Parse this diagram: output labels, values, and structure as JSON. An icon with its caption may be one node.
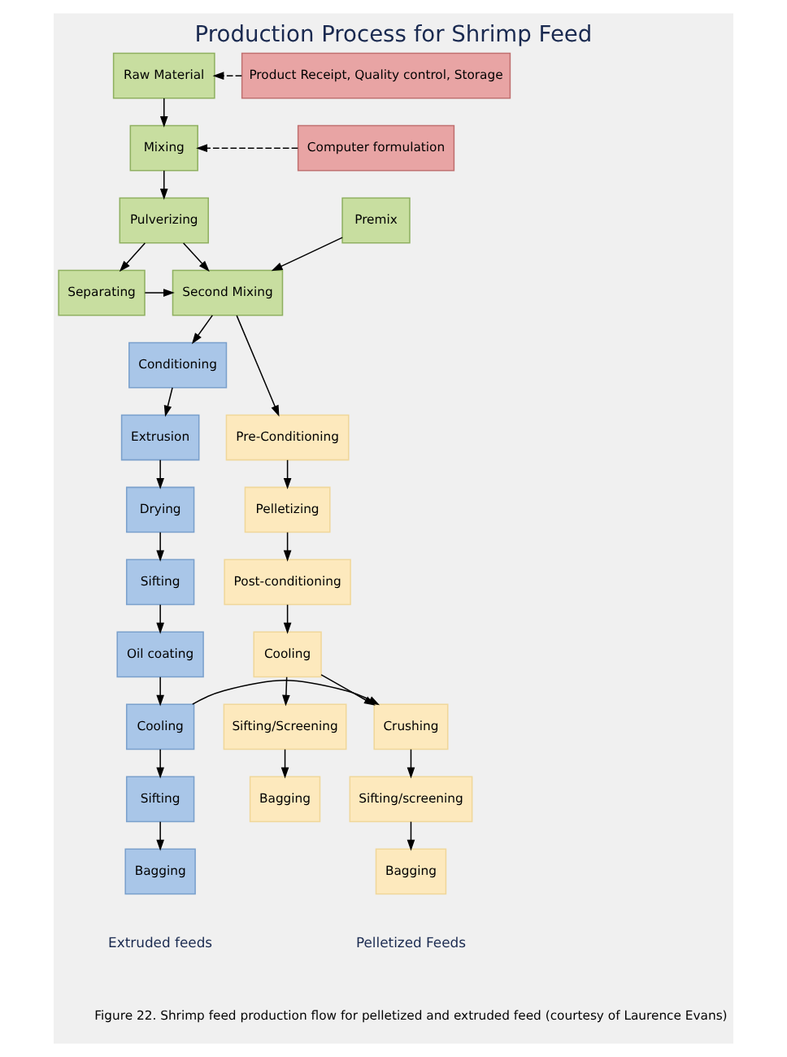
{
  "diagram": {
    "title": "Production Process for Shrimp Feed",
    "caption": "Figure 22. Shrimp feed production flow for pelletized and extruded feed (courtesy of Laurence Evans)",
    "nodes": [
      {
        "text": [
          "Raw Material"
        ]
      },
      {
        "text": [
          "Product Receipt, Quality control, Storage"
        ]
      },
      {
        "text": [
          "Mixing"
        ]
      },
      {
        "text": [
          "Computer formulation"
        ]
      },
      {
        "text": [
          "Pulverizing"
        ]
      },
      {
        "text": [
          "Premix"
        ]
      },
      {
        "text": [
          "Separating"
        ]
      },
      {
        "text": [
          "Second Mixing"
        ]
      },
      {
        "text": [
          "Conditioning"
        ]
      },
      {
        "text": [
          "Pre-Conditioning"
        ]
      },
      {
        "text": [
          "Extrusion"
        ]
      },
      {
        "text": [
          "Pelletizing"
        ]
      },
      {
        "text": [
          "Drying"
        ]
      },
      {
        "text": [
          "Post-conditioning"
        ]
      },
      {
        "text": [
          "Sifting"
        ]
      },
      {
        "text": [
          "Oil coating"
        ]
      },
      {
        "text": [
          "Cooling"
        ]
      },
      {
        "text": [
          "Sifting/Screening"
        ]
      },
      {
        "text": [
          "Crushing"
        ]
      },
      {
        "text": [
          "Cooling"
        ]
      },
      {
        "text": [
          "Sifting/screening"
        ]
      },
      {
        "text": [
          "Sifting"
        ]
      },
      {
        "text": [
          "Bagging"
        ]
      },
      {
        "text": [
          "Bagging"
        ]
      },
      {
        "text": [
          "Bagging"
        ]
      }
    ],
    "edges": [
      {
        "from": 1,
        "to": 0,
        "arrow": "to",
        "style": "dashed"
      },
      {
        "from": 3,
        "to": 2,
        "arrow": "to",
        "style": "dashed"
      },
      {
        "from": 0,
        "to": 2,
        "arrow": "to"
      },
      {
        "from": 2,
        "to": 4,
        "arrow": "to"
      },
      {
        "from": 4,
        "to": 6,
        "arrow": "to"
      },
      {
        "from": 4,
        "to": 7,
        "arrow": "to"
      },
      {
        "from": 6,
        "to": 7,
        "arrow": "to"
      },
      {
        "from": 5,
        "to": 7,
        "arrow": "to"
      },
      {
        "from": 7,
        "to": 9,
        "arrow": "to"
      },
      {
        "from": 7,
        "to": 8,
        "arrow": "to"
      },
      {
        "from": 8,
        "to": 10,
        "arrow": "to"
      },
      {
        "from": 10,
        "to": 12,
        "arrow": "to"
      },
      {
        "from": 12,
        "to": 14,
        "arrow": "to"
      },
      {
        "from": 14,
        "to": 15,
        "arrow": "to"
      },
      {
        "from": 15,
        "to": 19,
        "arrow": "to"
      },
      {
        "from": 19,
        "to": 21,
        "arrow": "to"
      },
      {
        "from": 21,
        "to": 24,
        "arrow": "to"
      },
      {
        "from": 9,
        "to": 11,
        "arrow": "to"
      },
      {
        "from": 11,
        "to": 13,
        "arrow": "to"
      },
      {
        "from": 13,
        "to": 16,
        "arrow": "to"
      },
      {
        "from": 16,
        "to": 17,
        "arrow": "to"
      },
      {
        "from": 17,
        "to": 22,
        "arrow": "to"
      },
      {
        "from": 16,
        "to": 18,
        "arrow": "to"
      },
      {
        "from": 19,
        "to": 18,
        "arrow": "to"
      },
      {
        "from": 18,
        "to": 20,
        "arrow": "to"
      },
      {
        "from": 20,
        "to": 23,
        "arrow": "to"
      }
    ],
    "labels": [
      "Pelletized Feeds",
      "Extruded feeds"
    ]
  }
}
